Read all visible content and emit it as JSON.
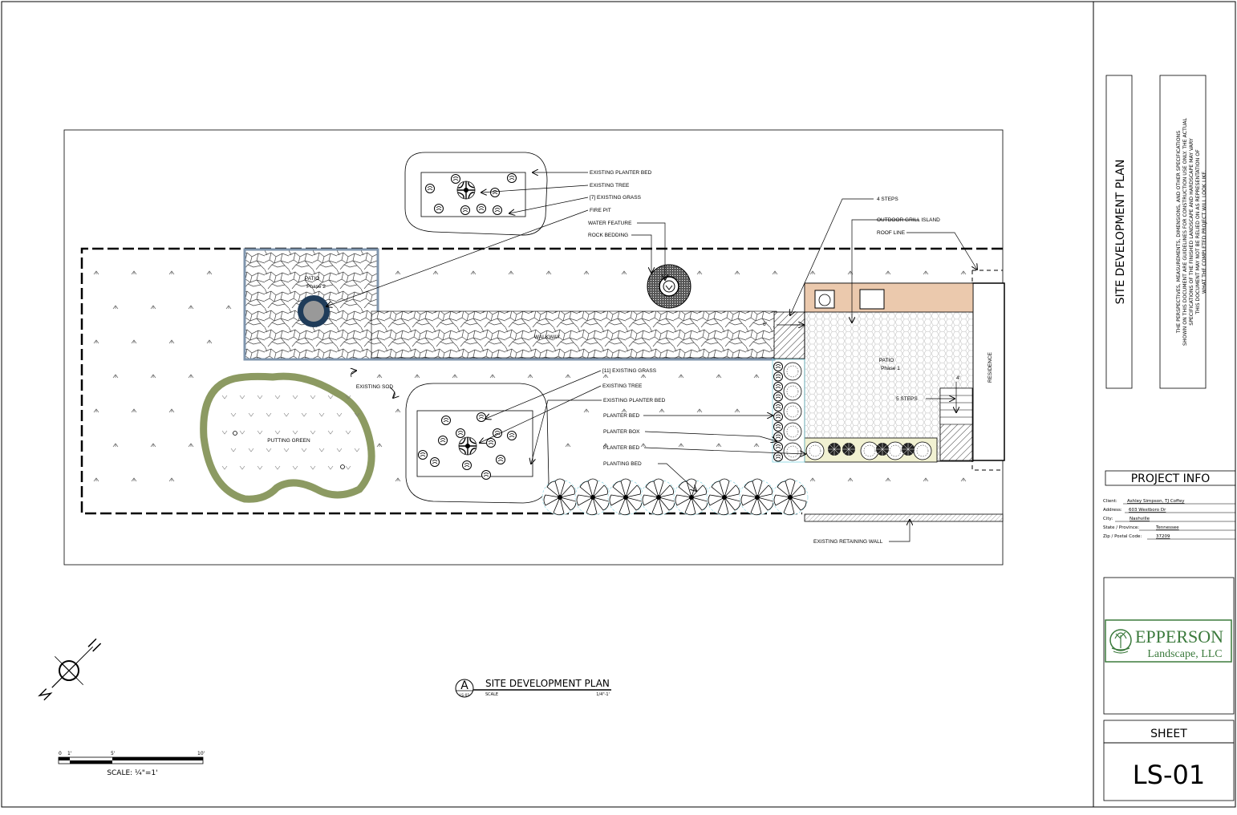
{
  "plan": {
    "patio2_line1": "PATIO",
    "patio2_line2": "Phase 2",
    "patio1_line1": "PATIO",
    "patio1_line2": "Phase 1",
    "walkway": "WALKWAY",
    "putting_green": "PUTTING GREEN",
    "existing_sod": "EXISTING SOD",
    "residence": "RESIDENCE",
    "dim_a": "6'",
    "dim_b": "4'",
    "callouts": {
      "existing_planter_bed_top": "EXISTING PLANTER BED",
      "existing_tree_top": "EXISTING TREE",
      "existing_grass_top": "[7] EXISTING GRASS",
      "fire_pit": "FIRE PIT",
      "water_feature": "WATER FEATURE",
      "rock_bedding": "ROCK BEDDING",
      "four_steps": "4 STEPS",
      "outdoor_grill": "OUTDOOR GRILL ISLAND",
      "roof_line": "ROOF LINE",
      "existing_grass_bottom": "[11] EXISTING GRASS",
      "existing_tree_bottom": "EXISTING TREE",
      "existing_planter_bed_bottom": "EXISTING PLANTER BED",
      "planter_bed_1": "PLANTER BED",
      "planter_box": "PLANTER BOX",
      "planter_bed_2": "PLANTER BED",
      "planting_bed": "PLANTING BED",
      "five_steps": "5 STEPS",
      "retaining_wall": "EXISTING RETAINING WALL"
    }
  },
  "view_title": {
    "letter": "A",
    "sheet_ref": "LS-01",
    "title": "SITE DEVELOPMENT PLAN",
    "scale_label": "SCALE",
    "scale_value": "1/4\"-1'"
  },
  "scale_bar": {
    "tick_0": "0",
    "tick_1": "1'",
    "tick_5": "5'",
    "tick_10": "10'",
    "caption": "SCALE:  ¼\"=1'"
  },
  "title_block": {
    "vertical_title": "SITE DEVELOPMENT PLAN",
    "disclaimer_lines": [
      "THE PERSPECTIVES, MEASUREMENTS, DIMENSIONS, AND OTHER SPECIFICATIONS",
      "SHOWN ON THIS DOCUMENT ARE GUIDELINES FOR CONSTRUCTION USE ONLY. THE ACTUAL",
      "SPECIFICATIONS OF THE FINISHED LANDSCAPE AND HARDSCAPE MAY VARY",
      "THIS DOCUMENT MAY NOT BE RELIED ON AS REPRESENTATION OF",
      "WHAT THE COMPLETED PROJECT WILL LOOK LIKE."
    ],
    "project_info_heading": "PROJECT INFO",
    "client_label": "Client:",
    "client_value": "Ashley Simpson, TJ Coffey",
    "address_label": "Address:",
    "address_value": "603 Westboro Dr",
    "city_label": "City:",
    "city_value": "Nashville",
    "state_label": "State / Province:",
    "state_value": "Tennessee",
    "zip_label": "Zip / Postal Code:",
    "zip_value": "37209",
    "logo_word1": "EPPERSON",
    "logo_word2": "Landscape, LLC",
    "sheet_heading": "SHEET",
    "sheet_number": "LS-01"
  },
  "colors": {
    "logo_green": "#3b7a3c",
    "green_ring": "#8c9a62",
    "grill_island": "#ebc9ad",
    "patio_border": "#7f95ad",
    "fire_pit": "#1f3c5a",
    "planter_box_fill": "#f1f1d2"
  }
}
